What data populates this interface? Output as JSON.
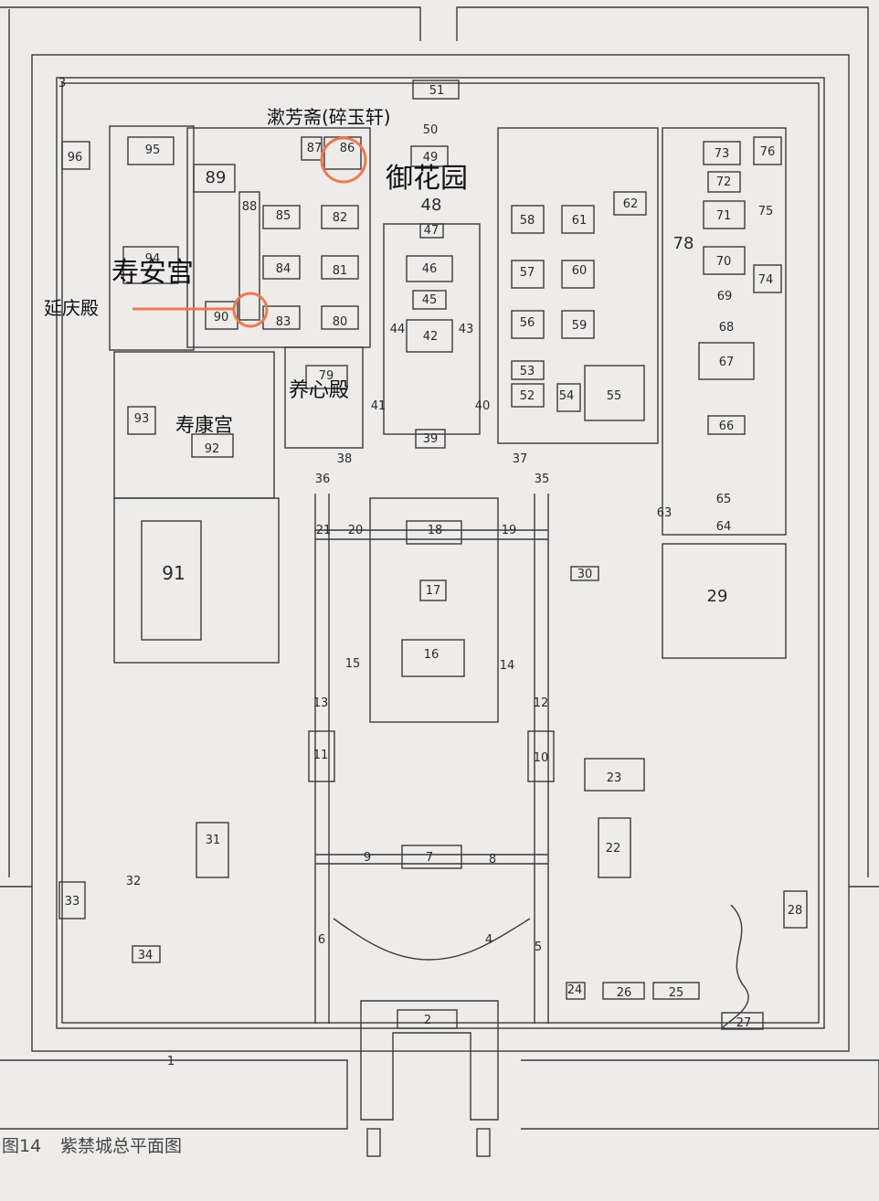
{
  "caption": {
    "figure": "图14",
    "title": "紫禁城总平面图"
  },
  "annotations": {
    "shufangzhai": "漱芳斋(碎玉轩)",
    "yuhuayuan": "御花园",
    "shouangong": "寿安宫",
    "yanqingdian": "延庆殿",
    "yangxindian": "养心殿",
    "shoukanggong": "寿康宫"
  },
  "colors": {
    "line": "#3a3a3a",
    "highlight": "#f07850",
    "paper": "#eeecea"
  },
  "labels": {
    "n1": "1",
    "n2": "2",
    "n3": "3",
    "n4": "4",
    "n5": "5",
    "n6": "6",
    "n7": "7",
    "n8": "8",
    "n9": "9",
    "n10": "10",
    "n11": "11",
    "n12": "12",
    "n13": "13",
    "n14": "14",
    "n15": "15",
    "n16": "16",
    "n17": "17",
    "n18": "18",
    "n19": "19",
    "n20": "20",
    "n21": "21",
    "n22": "22",
    "n23": "23",
    "n24": "24",
    "n25": "25",
    "n26": "26",
    "n27": "27",
    "n28": "28",
    "n29": "29",
    "n30": "30",
    "n31": "31",
    "n32": "32",
    "n33": "33",
    "n34": "34",
    "n35": "35",
    "n36": "36",
    "n37": "37",
    "n38": "38",
    "n39": "39",
    "n40": "40",
    "n41": "41",
    "n42": "42",
    "n43": "43",
    "n44": "44",
    "n45": "45",
    "n46": "46",
    "n47": "47",
    "n48": "48",
    "n49": "49",
    "n50": "50",
    "n51": "51",
    "n52": "52",
    "n53": "53",
    "n54": "54",
    "n55": "55",
    "n56": "56",
    "n57": "57",
    "n58": "58",
    "n59": "59",
    "n60": "60",
    "n61": "61",
    "n62": "62",
    "n63": "63",
    "n64": "64",
    "n65": "65",
    "n66": "66",
    "n67": "67",
    "n68": "68",
    "n69": "69",
    "n70": "70",
    "n71": "71",
    "n72": "72",
    "n73": "73",
    "n74": "74",
    "n75": "75",
    "n76": "76",
    "n78": "78",
    "n79": "79",
    "n80": "80",
    "n81": "81",
    "n82": "82",
    "n83": "83",
    "n84": "84",
    "n85": "85",
    "n86": "86",
    "n87": "87",
    "n88": "88",
    "n89": "89",
    "n90": "90",
    "n91": "91",
    "n92": "92",
    "n93": "93",
    "n94": "94",
    "n95": "95",
    "n96": "96"
  }
}
